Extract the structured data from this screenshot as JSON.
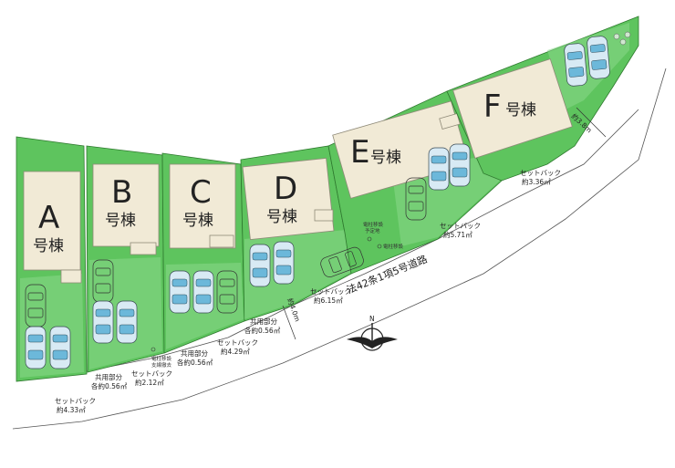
{
  "lots": [
    {
      "letter": "A",
      "suffix": "号棟"
    },
    {
      "letter": "B",
      "suffix": "号棟"
    },
    {
      "letter": "C",
      "suffix": "号棟"
    },
    {
      "letter": "D",
      "suffix": "号棟"
    },
    {
      "letter": "E",
      "suffix": "号棟"
    },
    {
      "letter": "F",
      "suffix": "号棟"
    }
  ],
  "road": {
    "label": "法42条1項5号道路"
  },
  "compass": {
    "north": "N"
  },
  "setbacks": [
    {
      "title": "セットバック",
      "value": "約4.33㎡"
    },
    {
      "title": "セットバック",
      "value": "約2.12㎡"
    },
    {
      "title": "セットバック",
      "value": "約4.29㎡"
    },
    {
      "title": "セットバック",
      "value": "約6.15㎡"
    },
    {
      "title": "セットバック",
      "value": "約5.71㎡"
    },
    {
      "title": "セットバック",
      "value": "約3.36㎡"
    }
  ],
  "shared": [
    {
      "title": "共用部分",
      "value": "各約0.56㎡"
    },
    {
      "title": "共用部分",
      "value": "各約0.56㎡"
    },
    {
      "title": "共用部分",
      "value": "各約0.56㎡"
    }
  ],
  "poles": [
    {
      "line1": "電柱移設",
      "line2": "支線撤去"
    },
    {
      "line1": "電柱移設",
      "line2": "予定地"
    },
    {
      "line1": "電柱移設",
      "line2": ""
    }
  ],
  "widths": [
    {
      "value": "約4.0m"
    },
    {
      "value": "約3.8m"
    }
  ]
}
